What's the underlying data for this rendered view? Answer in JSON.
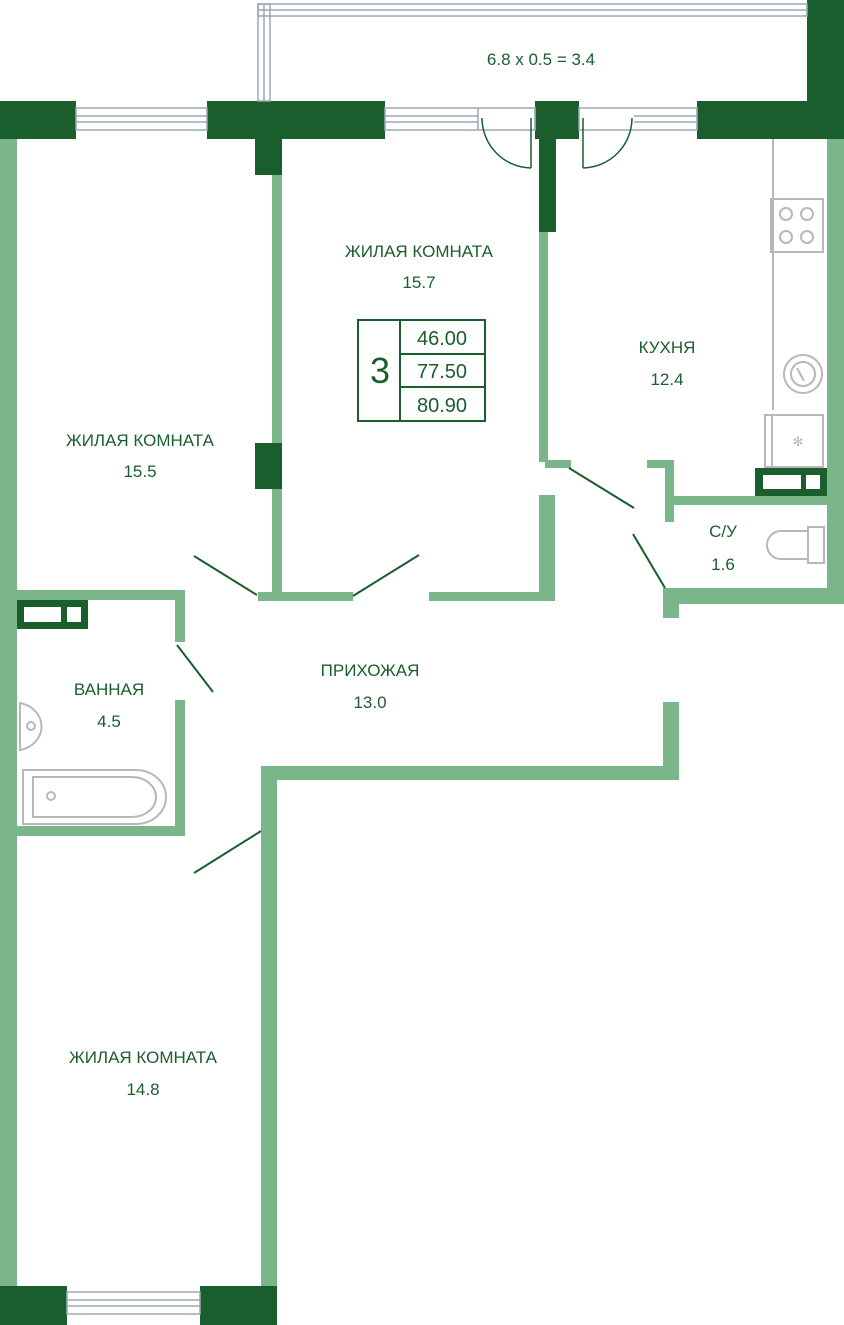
{
  "colors": {
    "wall_dark": "#1b5e2e",
    "wall_light": "#7bb58a",
    "text": "#1b5e2e",
    "fixture": "#b8b8b8",
    "window": "#9aa8b4"
  },
  "balcony": {
    "formula": "6.8 x 0.5 = 3.4"
  },
  "rooms": {
    "living_top": {
      "name": "ЖИЛАЯ КОМНАТА",
      "area": "15.7"
    },
    "living_left": {
      "name": "ЖИЛАЯ КОМНАТА",
      "area": "15.5"
    },
    "living_bottom": {
      "name": "ЖИЛАЯ КОМНАТА",
      "area": "14.8"
    },
    "kitchen": {
      "name": "КУХНЯ",
      "area": "12.4"
    },
    "wc": {
      "name": "С/У",
      "area": "1.6"
    },
    "bathroom": {
      "name": "ВАННАЯ",
      "area": "4.5"
    },
    "hallway": {
      "name": "ПРИХОЖАЯ",
      "area": "13.0"
    }
  },
  "summary": {
    "rooms_count": "3",
    "living_area": "46.00",
    "total_area": "77.50",
    "total_with_balcony": "80.90"
  },
  "icons": [
    "stove-icon",
    "sink-icon",
    "fridge-icon",
    "toilet-icon",
    "washbasin-icon",
    "bathtub-icon",
    "window-icon",
    "door-icon"
  ]
}
